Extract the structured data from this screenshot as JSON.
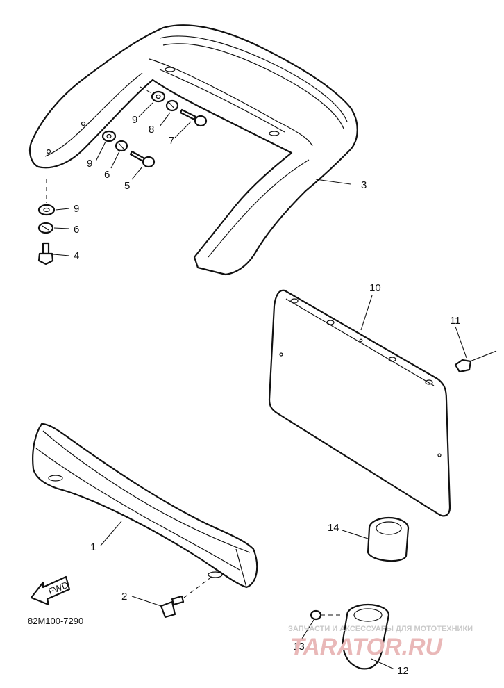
{
  "callouts": [
    "1",
    "2",
    "3",
    "4",
    "5",
    "6",
    "7",
    "8",
    "9",
    "10",
    "11",
    "12",
    "13",
    "14"
  ],
  "labels": {
    "c1": "1",
    "c2": "2",
    "c3": "3",
    "c4": "4",
    "c5": "5",
    "c6a": "6",
    "c6b": "6",
    "c7": "7",
    "c8": "8",
    "c9a": "9",
    "c9b": "9",
    "c9c": "9",
    "c10": "10",
    "c11": "11",
    "c12": "12",
    "c13": "13",
    "c14": "14"
  },
  "arrow_text": "FWD",
  "diagram_code": "82M100-7290",
  "watermark": {
    "caption": "ЗАПЧАСТИ И АКСЕССУАРЫ ДЛЯ МОТОТЕХНИКИ",
    "brand": "TARATOR.RU"
  }
}
